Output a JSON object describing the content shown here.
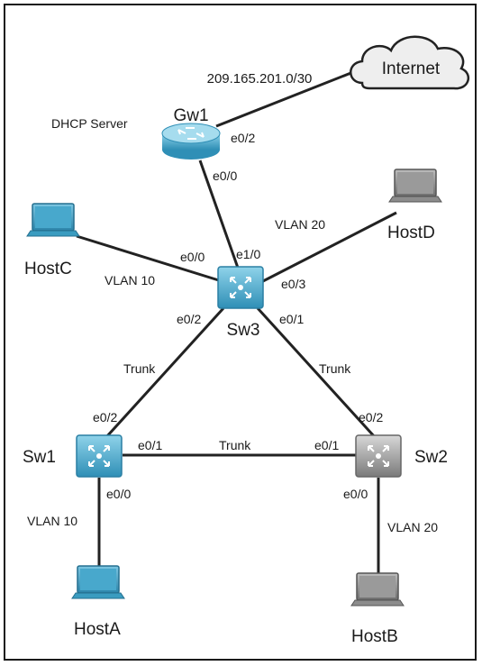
{
  "diagram": {
    "cloud": {
      "label": "Internet"
    },
    "subnet": "209.165.201.0/30",
    "dhcp_label": "DHCP Server",
    "devices": {
      "gw1": {
        "name": "Gw1"
      },
      "sw3": {
        "name": "Sw3"
      },
      "sw1": {
        "name": "Sw1"
      },
      "sw2": {
        "name": "Sw2"
      },
      "hostA": {
        "name": "HostA"
      },
      "hostB": {
        "name": "HostB"
      },
      "hostC": {
        "name": "HostC"
      },
      "hostD": {
        "name": "HostD"
      }
    },
    "ports": {
      "gw1_e02": "e0/2",
      "gw1_e00": "e0/0",
      "sw3_e10": "e1/0",
      "sw3_e00": "e0/0",
      "sw3_e03": "e0/3",
      "sw3_e02": "e0/2",
      "sw3_e01": "e0/1",
      "sw1_e02": "e0/2",
      "sw1_e01": "e0/1",
      "sw1_e00": "e0/0",
      "sw2_e02": "e0/2",
      "sw2_e01": "e0/1",
      "sw2_e00": "e0/0"
    },
    "links": {
      "hostc_vlan": "VLAN 10",
      "hostd_vlan": "VLAN 20",
      "sw3_sw1": "Trunk",
      "sw3_sw2": "Trunk",
      "sw1_sw2": "Trunk",
      "hosta_vlan": "VLAN 10",
      "hostb_vlan": "VLAN 20"
    },
    "colors": {
      "cisco_blue": "#3aa3c6",
      "sw2_gray": "#9a9a9a",
      "laptop_blue": "#3a9cc0",
      "laptop_gray": "#8c8c8c",
      "cloud_fill": "#eeeeee"
    }
  }
}
